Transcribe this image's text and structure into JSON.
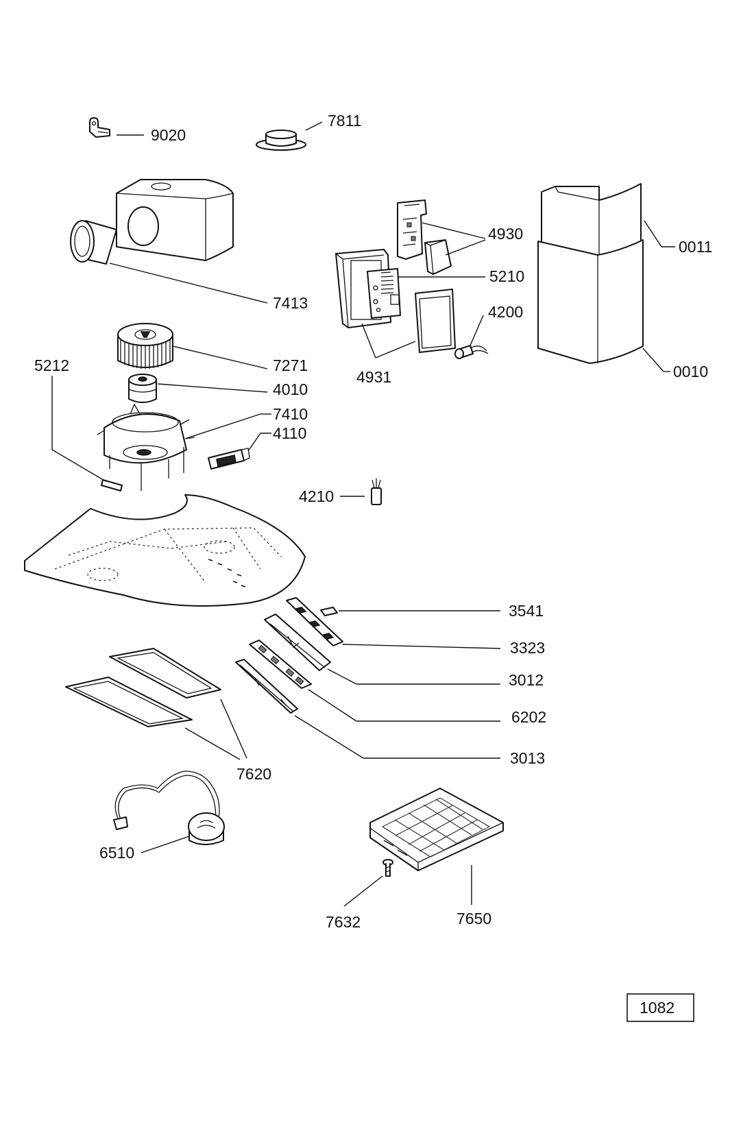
{
  "parts": [
    {
      "number": "9020",
      "item": "bracket"
    },
    {
      "number": "7811",
      "item": "ring-flange"
    },
    {
      "number": "7413",
      "item": "blower-housing"
    },
    {
      "number": "4930",
      "item": "terminal-and-relay"
    },
    {
      "number": "0011",
      "item": "upper-chimney"
    },
    {
      "number": "5210",
      "item": "circuit-board"
    },
    {
      "number": "4200",
      "item": "capacitor"
    },
    {
      "number": "0010",
      "item": "lower-chimney"
    },
    {
      "number": "7271",
      "item": "fan-wheel"
    },
    {
      "number": "4010",
      "item": "motor"
    },
    {
      "number": "4931",
      "item": "control-box"
    },
    {
      "number": "5212",
      "item": "clip"
    },
    {
      "number": "7410",
      "item": "motor-frame"
    },
    {
      "number": "4110",
      "item": "switch"
    },
    {
      "number": "4210",
      "item": "lamp"
    },
    {
      "number": "3541",
      "item": "button"
    },
    {
      "number": "3323",
      "item": "control-panel"
    },
    {
      "number": "3012",
      "item": "front-strip"
    },
    {
      "number": "6202",
      "item": "switch-board"
    },
    {
      "number": "3013",
      "item": "trim-strip"
    },
    {
      "number": "7620",
      "item": "grease-filters"
    },
    {
      "number": "6510",
      "item": "remote-sensor"
    },
    {
      "number": "7632",
      "item": "screw"
    },
    {
      "number": "7650",
      "item": "carbon-filter"
    }
  ],
  "sheet_id": "1082"
}
